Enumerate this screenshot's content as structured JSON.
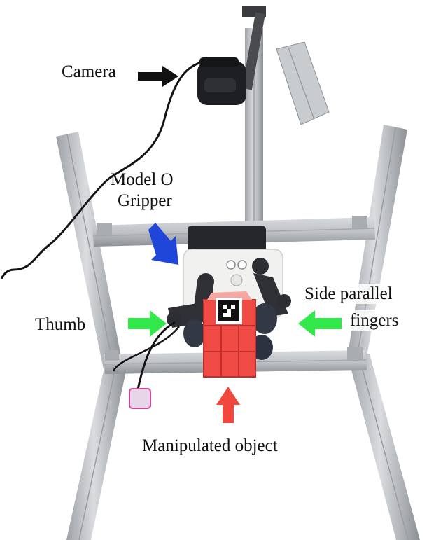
{
  "labels": {
    "camera": "Camera",
    "gripper_line1": "Model O",
    "gripper_line2": "Gripper",
    "thumb": "Thumb",
    "side_line1": "Side parallel",
    "side_line2": "fingers",
    "object": "Manipulated object"
  },
  "colors": {
    "frame": "#c3c6ca",
    "frame_shadow": "#8f9398",
    "gripper_body": "#f1f1ef",
    "finger": "#2c2e33",
    "cube": "#f04a45",
    "arrow_camera": "#111111",
    "arrow_gripper": "#1f46d8",
    "arrow_fingers": "#33e84a",
    "arrow_object": "#f0483c"
  }
}
